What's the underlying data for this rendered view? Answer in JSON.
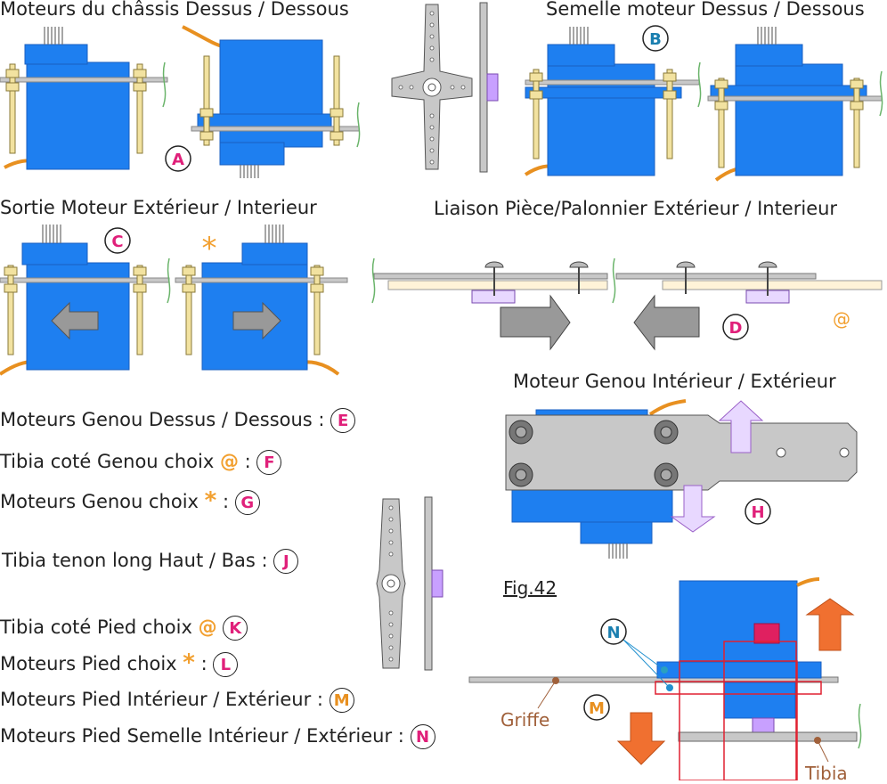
{
  "headers": {
    "chassis": "Moteurs du châssis Dessus / Dessous",
    "semelle": "Semelle moteur Dessus / Dessous",
    "sortie": "Sortie Moteur Extérieur / Interieur",
    "liaison": "Liaison Pièce/Palonnier Extérieur / Interieur",
    "genou": "Moteur Genou Intérieur / Extérieur",
    "fig": "Fig.42"
  },
  "letters": {
    "A": "A",
    "B": "B",
    "C": "C",
    "D": "D",
    "E": "E",
    "F": "F",
    "G": "G",
    "H": "H",
    "J": "J",
    "K": "K",
    "L": "L",
    "M": "M",
    "N": "N"
  },
  "symbols": {
    "star": "*",
    "at": "@"
  },
  "legend": [
    {
      "text": "Moteurs Genou Dessus / Dessous :",
      "sym": "",
      "letter": "E"
    },
    {
      "text": "Tibia coté Genou choix",
      "sym": "@",
      "tail": ":",
      "letter": "F"
    },
    {
      "text": "Moteurs Genou choix",
      "sym": "*",
      "tail": ":",
      "letter": "G"
    },
    {
      "text": "Tibia tenon long Haut / Bas :",
      "sym": "",
      "letter": "J"
    },
    {
      "text": "Tibia coté Pied choix",
      "sym": "@",
      "tail": "",
      "letter": "K"
    },
    {
      "text": "Moteurs Pied choix",
      "sym": "*",
      "tail": ":",
      "letter": "L"
    },
    {
      "text": "Moteurs Pied Intérieur / Extérieur :",
      "sym": "",
      "letter": "M"
    },
    {
      "text": "Moteurs Pied Semelle Intérieur / Extérieur :",
      "sym": "",
      "letter": "N"
    }
  ],
  "parts": {
    "griffe": "Griffe",
    "tibia": "Tibia"
  },
  "colors": {
    "servo_blue": "#1e7ff0",
    "servo_dark": "#1a5fc0",
    "magenta": "#e0207a",
    "orange": "#e89020",
    "grey_arrow": "#888888",
    "lilac": "#d9b8f0",
    "orange_arrow": "#f07030",
    "red_outline": "#e02030",
    "brown": "#a0603a"
  }
}
